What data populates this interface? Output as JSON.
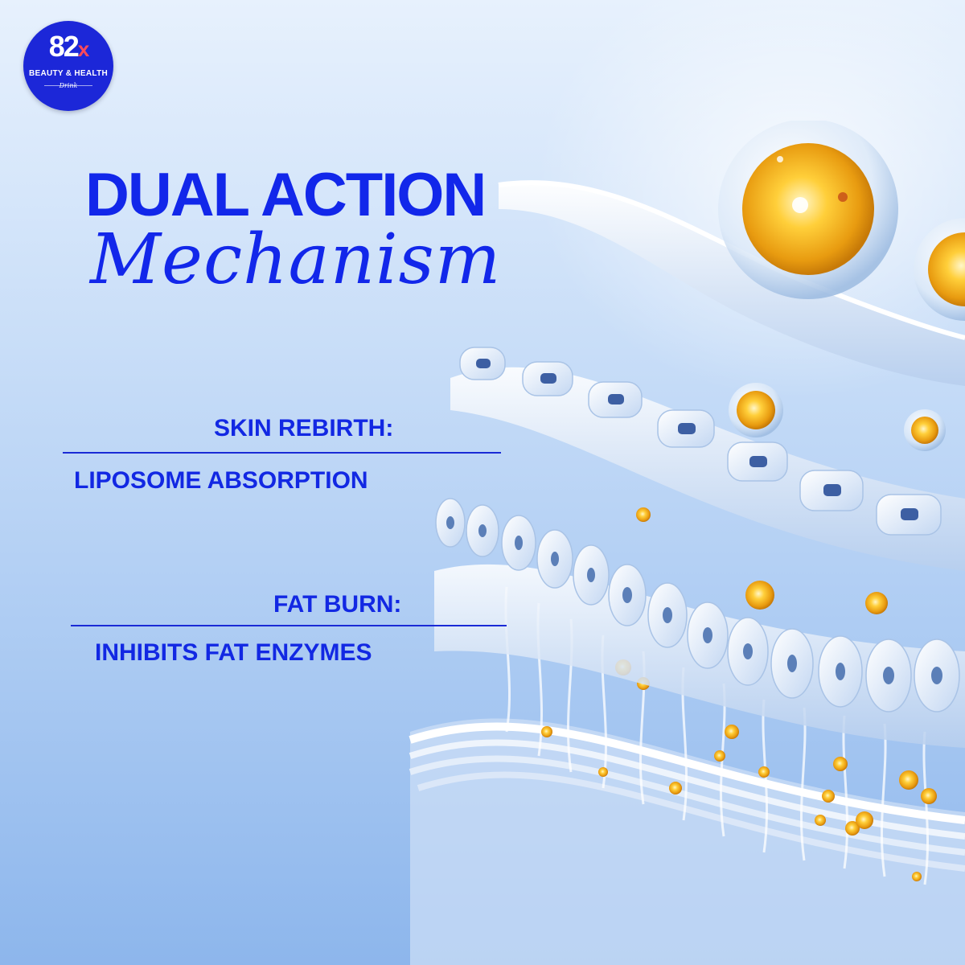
{
  "brand": {
    "logo_mark": "82",
    "logo_mark_x": "x",
    "logo_line1": "BEAUTY & HEALTH",
    "logo_line2": "Drink"
  },
  "headline": {
    "title": "DUAL ACTION",
    "subtitle": "Mechanism"
  },
  "benefits": [
    {
      "heading": "SKIN REBIRTH:",
      "detail": "LIPOSOME ABSORPTION"
    },
    {
      "heading": "FAT BURN:",
      "detail": "INHIBITS FAT ENZYMES"
    }
  ],
  "colors": {
    "accent": "#1227ea",
    "logo_bg": "#1c27d8",
    "logo_x": "#ff4a5a",
    "capsule_gold": "#f5b21a"
  }
}
